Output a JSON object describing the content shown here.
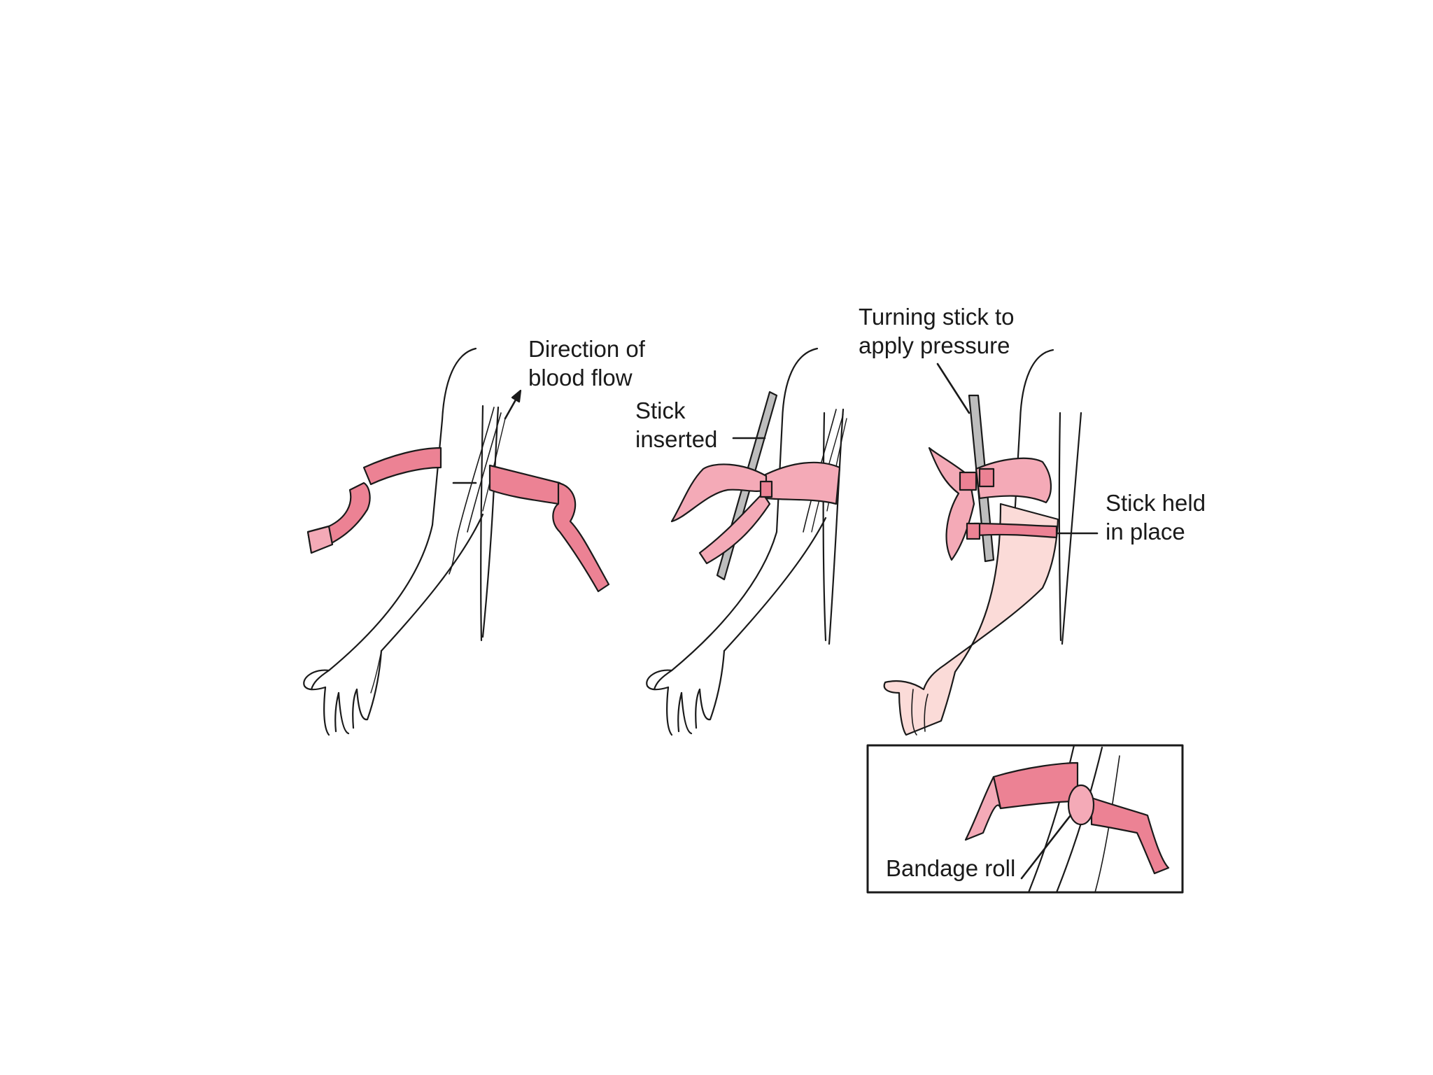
{
  "labels": {
    "blood_flow": {
      "line1": "Direction of",
      "line2": "blood flow"
    },
    "stick_inserted": {
      "line1": "Stick",
      "line2": "inserted"
    },
    "turning_stick": {
      "line1": "Turning stick to",
      "line2": "apply pressure"
    },
    "stick_held": {
      "line1": "Stick held",
      "line2": "in place"
    },
    "bandage_roll": "Bandage roll"
  },
  "colors": {
    "bandage": "#ec8294",
    "bandage_light": "#f4aab7",
    "skin_tinted": "#fbdbd8",
    "outline": "#1a1a1a",
    "stick": "#bdbdbd"
  }
}
